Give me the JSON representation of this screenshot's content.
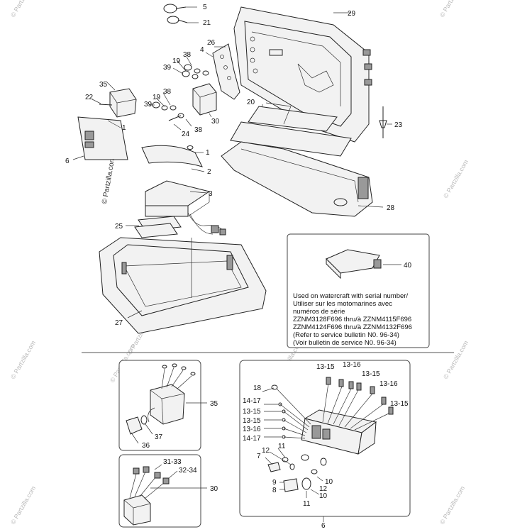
{
  "watermark": "© Partzilla.com",
  "upper_labels": {
    "l5": "5",
    "l21": "21",
    "l29": "29",
    "l26": "26",
    "l4": "4",
    "l38a": "38",
    "l19a": "19",
    "l39a": "39",
    "l35": "35",
    "l22": "22",
    "l38b": "38",
    "l19b": "19",
    "l39b": "39",
    "l1a": "1",
    "l30": "30",
    "l20": "20",
    "l24": "24",
    "l38c": "38",
    "l23": "23",
    "l6": "6",
    "l1b": "1",
    "l2": "2",
    "l3": "3",
    "l28": "28",
    "l25": "25",
    "l40": "40",
    "l27": "27"
  },
  "note": {
    "line1": "Used on watercraft with serial number/",
    "line2": "Utiliser sur les motomarines avec",
    "line3": "numéros de série",
    "line4": "ZZNM3128F696 thru/à ZZNM4115F696",
    "line5": "ZZNM4124F696 thru/à ZZNM4132F696",
    "line6": "(Refer to service bulletin N0. 96-34)",
    "line7": "(Voir bulletin de service N0. 96-34)"
  },
  "lower_labels": {
    "l35": "35",
    "l37": "37",
    "l36": "36",
    "l31_33": "31-33",
    "l32_34": "32-34",
    "l30": "30",
    "l13_15a": "13-15",
    "l13_16a": "13-16",
    "l13_15b": "13-15",
    "l13_16b": "13-16",
    "l13_15c": "13-15",
    "l18": "18",
    "l14_17a": "14-17",
    "l13_15d": "13-15",
    "l13_15e": "13-15",
    "l13_16c": "13-16",
    "l14_17b": "14-17",
    "l11a": "11",
    "l12a": "12",
    "l7": "7",
    "l9": "9",
    "l8": "8",
    "l10": "10",
    "l12b": "12",
    "l11b": "11",
    "l6": "6"
  }
}
